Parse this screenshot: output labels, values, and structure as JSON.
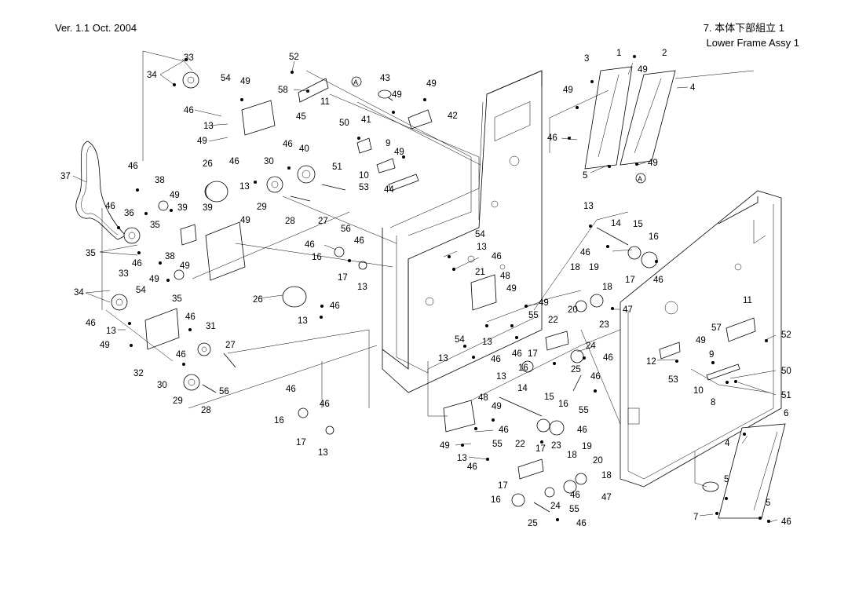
{
  "header": {
    "version": "Ver. 1.1  Oct. 2004",
    "title": "7.  本体下部組立 1",
    "subtitle": "Lower Frame Assy 1"
  },
  "ref_symbol": "A",
  "callouts": [
    {
      "id": "c1",
      "t": "33"
    },
    {
      "id": "c2",
      "t": "34"
    },
    {
      "id": "c3",
      "t": "52"
    },
    {
      "id": "c4",
      "t": "54"
    },
    {
      "id": "c5",
      "t": "49"
    },
    {
      "id": "c6",
      "t": "58"
    },
    {
      "id": "c7",
      "t": "43"
    },
    {
      "id": "c8",
      "t": "49"
    },
    {
      "id": "c9",
      "t": "49"
    },
    {
      "id": "c10",
      "t": "11"
    },
    {
      "id": "c11",
      "t": "46"
    },
    {
      "id": "c12",
      "t": "45"
    },
    {
      "id": "c13",
      "t": "13"
    },
    {
      "id": "c14",
      "t": "49"
    },
    {
      "id": "c15",
      "t": "50"
    },
    {
      "id": "c16",
      "t": "41"
    },
    {
      "id": "c17",
      "t": "42"
    },
    {
      "id": "c18",
      "t": "9"
    },
    {
      "id": "c19",
      "t": "49"
    },
    {
      "id": "c20",
      "t": "46"
    },
    {
      "id": "c21",
      "t": "40"
    },
    {
      "id": "c22",
      "t": "51"
    },
    {
      "id": "c23",
      "t": "10"
    },
    {
      "id": "c24",
      "t": "53"
    },
    {
      "id": "c25",
      "t": "44"
    },
    {
      "id": "c26",
      "t": "37"
    },
    {
      "id": "c27",
      "t": "46"
    },
    {
      "id": "c28",
      "t": "26"
    },
    {
      "id": "c29",
      "t": "46"
    },
    {
      "id": "c30",
      "t": "30"
    },
    {
      "id": "c31",
      "t": "38"
    },
    {
      "id": "c32",
      "t": "13"
    },
    {
      "id": "c33",
      "t": "49"
    },
    {
      "id": "c34",
      "t": "39"
    },
    {
      "id": "c35",
      "t": "39"
    },
    {
      "id": "c36",
      "t": "29"
    },
    {
      "id": "c37",
      "t": "28"
    },
    {
      "id": "c38",
      "t": "27"
    },
    {
      "id": "c39",
      "t": "56"
    },
    {
      "id": "c40",
      "t": "46"
    },
    {
      "id": "c41",
      "t": "36"
    },
    {
      "id": "c42",
      "t": "49"
    },
    {
      "id": "c43",
      "t": "35"
    },
    {
      "id": "c44",
      "t": "35"
    },
    {
      "id": "c45",
      "t": "46"
    },
    {
      "id": "c46",
      "t": "38"
    },
    {
      "id": "c47",
      "t": "49"
    },
    {
      "id": "c48",
      "t": "33"
    },
    {
      "id": "c49",
      "t": "46"
    },
    {
      "id": "c50",
      "t": "16"
    },
    {
      "id": "c51",
      "t": "46"
    },
    {
      "id": "c52",
      "t": "17"
    },
    {
      "id": "c53",
      "t": "13"
    },
    {
      "id": "c54",
      "t": "34"
    },
    {
      "id": "c55",
      "t": "54"
    },
    {
      "id": "c56",
      "t": "49"
    },
    {
      "id": "c57",
      "t": "35"
    },
    {
      "id": "c58",
      "t": "26"
    },
    {
      "id": "c59",
      "t": "46"
    },
    {
      "id": "c60",
      "t": "13"
    },
    {
      "id": "c61",
      "t": "46"
    },
    {
      "id": "c62",
      "t": "46"
    },
    {
      "id": "c63",
      "t": "31"
    },
    {
      "id": "c64",
      "t": "13"
    },
    {
      "id": "c65",
      "t": "49"
    },
    {
      "id": "c66",
      "t": "27"
    },
    {
      "id": "c67",
      "t": "46"
    },
    {
      "id": "c68",
      "t": "32"
    },
    {
      "id": "c69",
      "t": "30"
    },
    {
      "id": "c70",
      "t": "56"
    },
    {
      "id": "c71",
      "t": "29"
    },
    {
      "id": "c72",
      "t": "28"
    },
    {
      "id": "c73",
      "t": "46"
    },
    {
      "id": "c74",
      "t": "46"
    },
    {
      "id": "c75",
      "t": "16"
    },
    {
      "id": "c76",
      "t": "17"
    },
    {
      "id": "c77",
      "t": "13"
    },
    {
      "id": "c78",
      "t": "54"
    },
    {
      "id": "c79",
      "t": "13"
    },
    {
      "id": "c80",
      "t": "46"
    },
    {
      "id": "c81",
      "t": "21"
    },
    {
      "id": "c82",
      "t": "48"
    },
    {
      "id": "c83",
      "t": "49"
    },
    {
      "id": "c84",
      "t": "49"
    },
    {
      "id": "c85",
      "t": "55"
    },
    {
      "id": "c86",
      "t": "22"
    },
    {
      "id": "c87",
      "t": "23"
    },
    {
      "id": "c88",
      "t": "54"
    },
    {
      "id": "c89",
      "t": "13"
    },
    {
      "id": "c90",
      "t": "46"
    },
    {
      "id": "c91",
      "t": "17"
    },
    {
      "id": "c92",
      "t": "24"
    },
    {
      "id": "c93",
      "t": "13"
    },
    {
      "id": "c94",
      "t": "46"
    },
    {
      "id": "c95",
      "t": "46"
    },
    {
      "id": "c96",
      "t": "16"
    },
    {
      "id": "c97",
      "t": "25"
    },
    {
      "id": "c98",
      "t": "46"
    },
    {
      "id": "c99",
      "t": "13"
    },
    {
      "id": "c100",
      "t": "14"
    },
    {
      "id": "c101",
      "t": "48"
    },
    {
      "id": "c102",
      "t": "15"
    },
    {
      "id": "c103",
      "t": "16"
    },
    {
      "id": "c104",
      "t": "49"
    },
    {
      "id": "c105",
      "t": "55"
    },
    {
      "id": "c106",
      "t": "46"
    },
    {
      "id": "c107",
      "t": "46"
    },
    {
      "id": "c108",
      "t": "49"
    },
    {
      "id": "c109",
      "t": "55"
    },
    {
      "id": "c110",
      "t": "22"
    },
    {
      "id": "c111",
      "t": "17"
    },
    {
      "id": "c112",
      "t": "23"
    },
    {
      "id": "c113",
      "t": "19"
    },
    {
      "id": "c114",
      "t": "13"
    },
    {
      "id": "c115",
      "t": "18"
    },
    {
      "id": "c116",
      "t": "46"
    },
    {
      "id": "c117",
      "t": "20"
    },
    {
      "id": "c118",
      "t": "17"
    },
    {
      "id": "c119",
      "t": "18"
    },
    {
      "id": "c120",
      "t": "46"
    },
    {
      "id": "c121",
      "t": "16"
    },
    {
      "id": "c122",
      "t": "24"
    },
    {
      "id": "c123",
      "t": "47"
    },
    {
      "id": "c124",
      "t": "55"
    },
    {
      "id": "c125",
      "t": "25"
    },
    {
      "id": "c126",
      "t": "46"
    },
    {
      "id": "c127",
      "t": "1"
    },
    {
      "id": "c128",
      "t": "2"
    },
    {
      "id": "c129",
      "t": "3"
    },
    {
      "id": "c130",
      "t": "49"
    },
    {
      "id": "c131",
      "t": "49"
    },
    {
      "id": "c132",
      "t": "4"
    },
    {
      "id": "c133",
      "t": "46"
    },
    {
      "id": "c134",
      "t": "49"
    },
    {
      "id": "c135",
      "t": "5"
    },
    {
      "id": "c136",
      "t": "13"
    },
    {
      "id": "c137",
      "t": "14"
    },
    {
      "id": "c138",
      "t": "15"
    },
    {
      "id": "c139",
      "t": "16"
    },
    {
      "id": "c140",
      "t": "46"
    },
    {
      "id": "c141",
      "t": "18"
    },
    {
      "id": "c142",
      "t": "19"
    },
    {
      "id": "c143",
      "t": "17"
    },
    {
      "id": "c144",
      "t": "46"
    },
    {
      "id": "c145",
      "t": "18"
    },
    {
      "id": "c146",
      "t": "20"
    },
    {
      "id": "c147",
      "t": "47"
    },
    {
      "id": "c148",
      "t": "11"
    },
    {
      "id": "c149",
      "t": "57"
    },
    {
      "id": "c150",
      "t": "52"
    },
    {
      "id": "c151",
      "t": "49"
    },
    {
      "id": "c152",
      "t": "12"
    },
    {
      "id": "c153",
      "t": "9"
    },
    {
      "id": "c154",
      "t": "50"
    },
    {
      "id": "c155",
      "t": "53"
    },
    {
      "id": "c156",
      "t": "10"
    },
    {
      "id": "c157",
      "t": "51"
    },
    {
      "id": "c158",
      "t": "8"
    },
    {
      "id": "c159",
      "t": "6"
    },
    {
      "id": "c160",
      "t": "4"
    },
    {
      "id": "c161",
      "t": "5"
    },
    {
      "id": "c162",
      "t": "5"
    },
    {
      "id": "c163",
      "t": "7"
    },
    {
      "id": "c164",
      "t": "46"
    }
  ]
}
